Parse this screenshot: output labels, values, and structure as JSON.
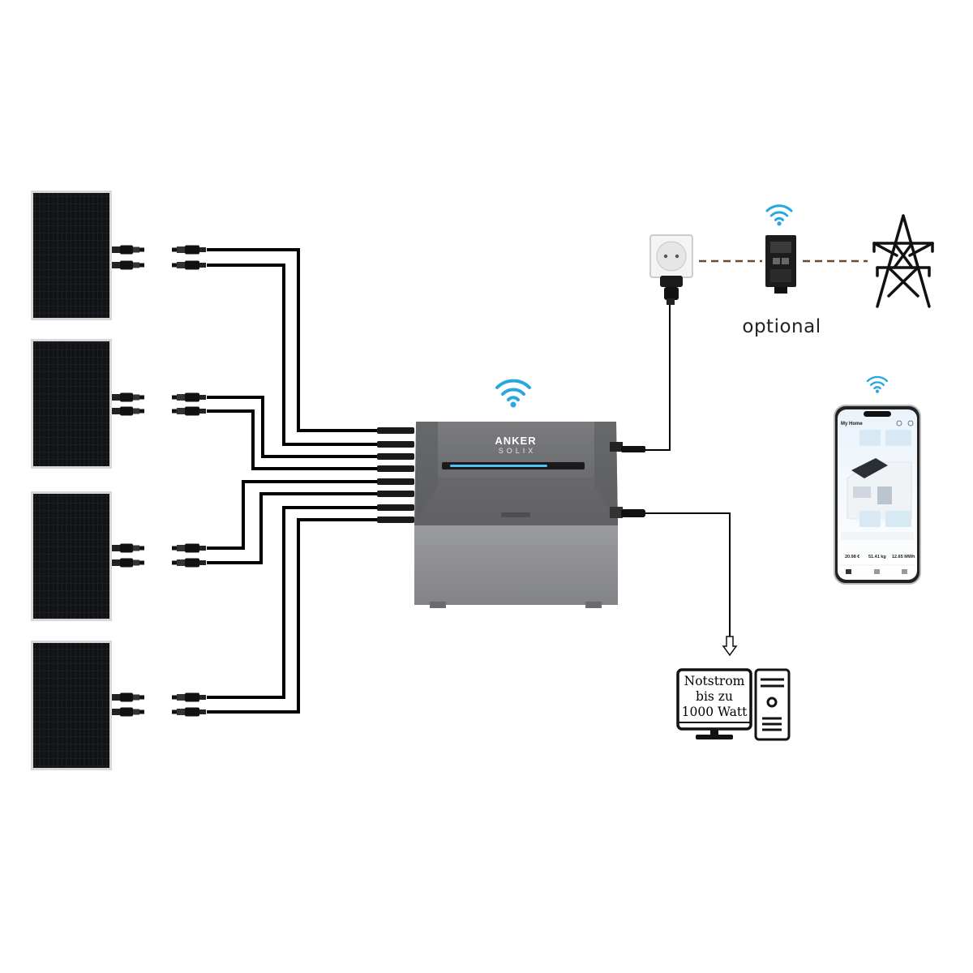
{
  "inverter": {
    "brand_line1": "ANKER",
    "brand_line2": "SOLIX",
    "body_color": "#6e6f72",
    "base_color": "#8c8d90",
    "led_color": "#4fc3f7"
  },
  "wifi_color": "#29a8e0",
  "solar_panel_count": 4,
  "labels": {
    "optional": "optional",
    "backup_line1": "Notstrom",
    "backup_line2": "bis zu",
    "backup_line3": "1000 Watt"
  },
  "phone_app": {
    "home_title": "My Home",
    "stat_1_value": "20.98 €",
    "stat_2_value": "51.41 kg",
    "stat_3_value": "12.65 MWh"
  },
  "icons": [
    "wifi-icon",
    "grid-pylon-icon",
    "wall-socket-icon",
    "smart-meter-icon",
    "computer-monitor-icon",
    "pc-tower-icon",
    "down-arrow-icon"
  ]
}
